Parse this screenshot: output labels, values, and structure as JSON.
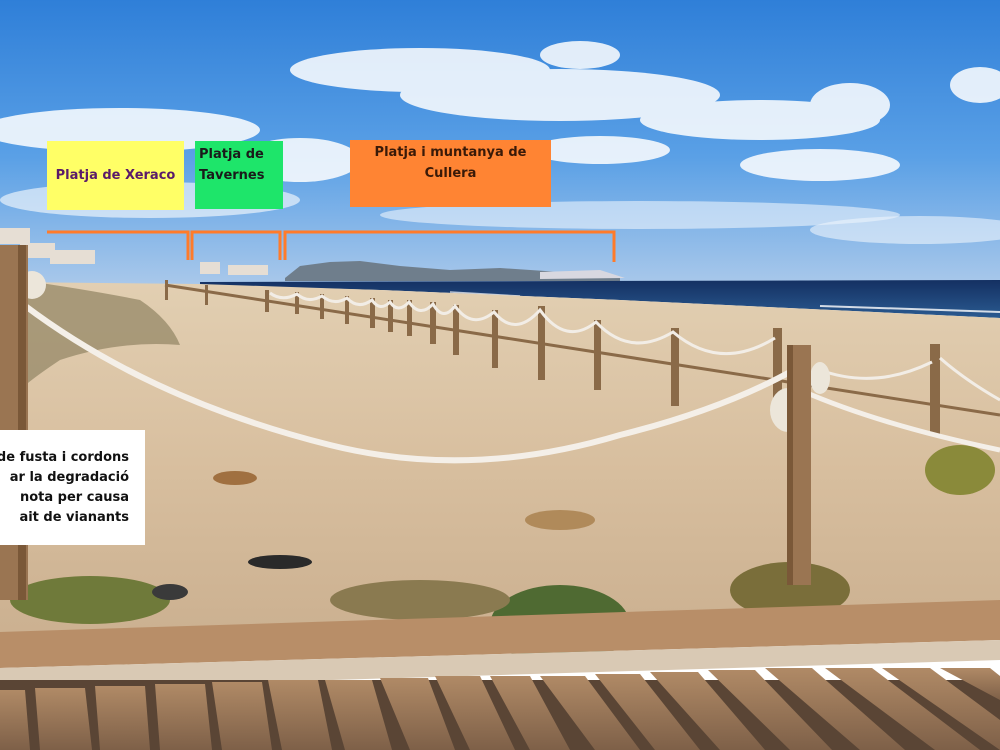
{
  "labels": {
    "xeraco": {
      "text": "Platja de Xeraco",
      "color": "#ffff66"
    },
    "tavernes": {
      "line1": "Platja de",
      "line2": "Tavernes",
      "color": "#1ee56a"
    },
    "cullera": {
      "line1": "Platja i muntanya de",
      "line2": "Cullera",
      "color": "#ff8433"
    }
  },
  "info_box": {
    "lines": [
      "de fusta i cordons",
      "ar la degradació",
      "nota per causa",
      "ait de vianants"
    ]
  },
  "colors": {
    "sky": "#3a8ee0",
    "sea": "#1a3a70",
    "sand": "#d9c2a2",
    "bracket": "#ff7b2a"
  }
}
